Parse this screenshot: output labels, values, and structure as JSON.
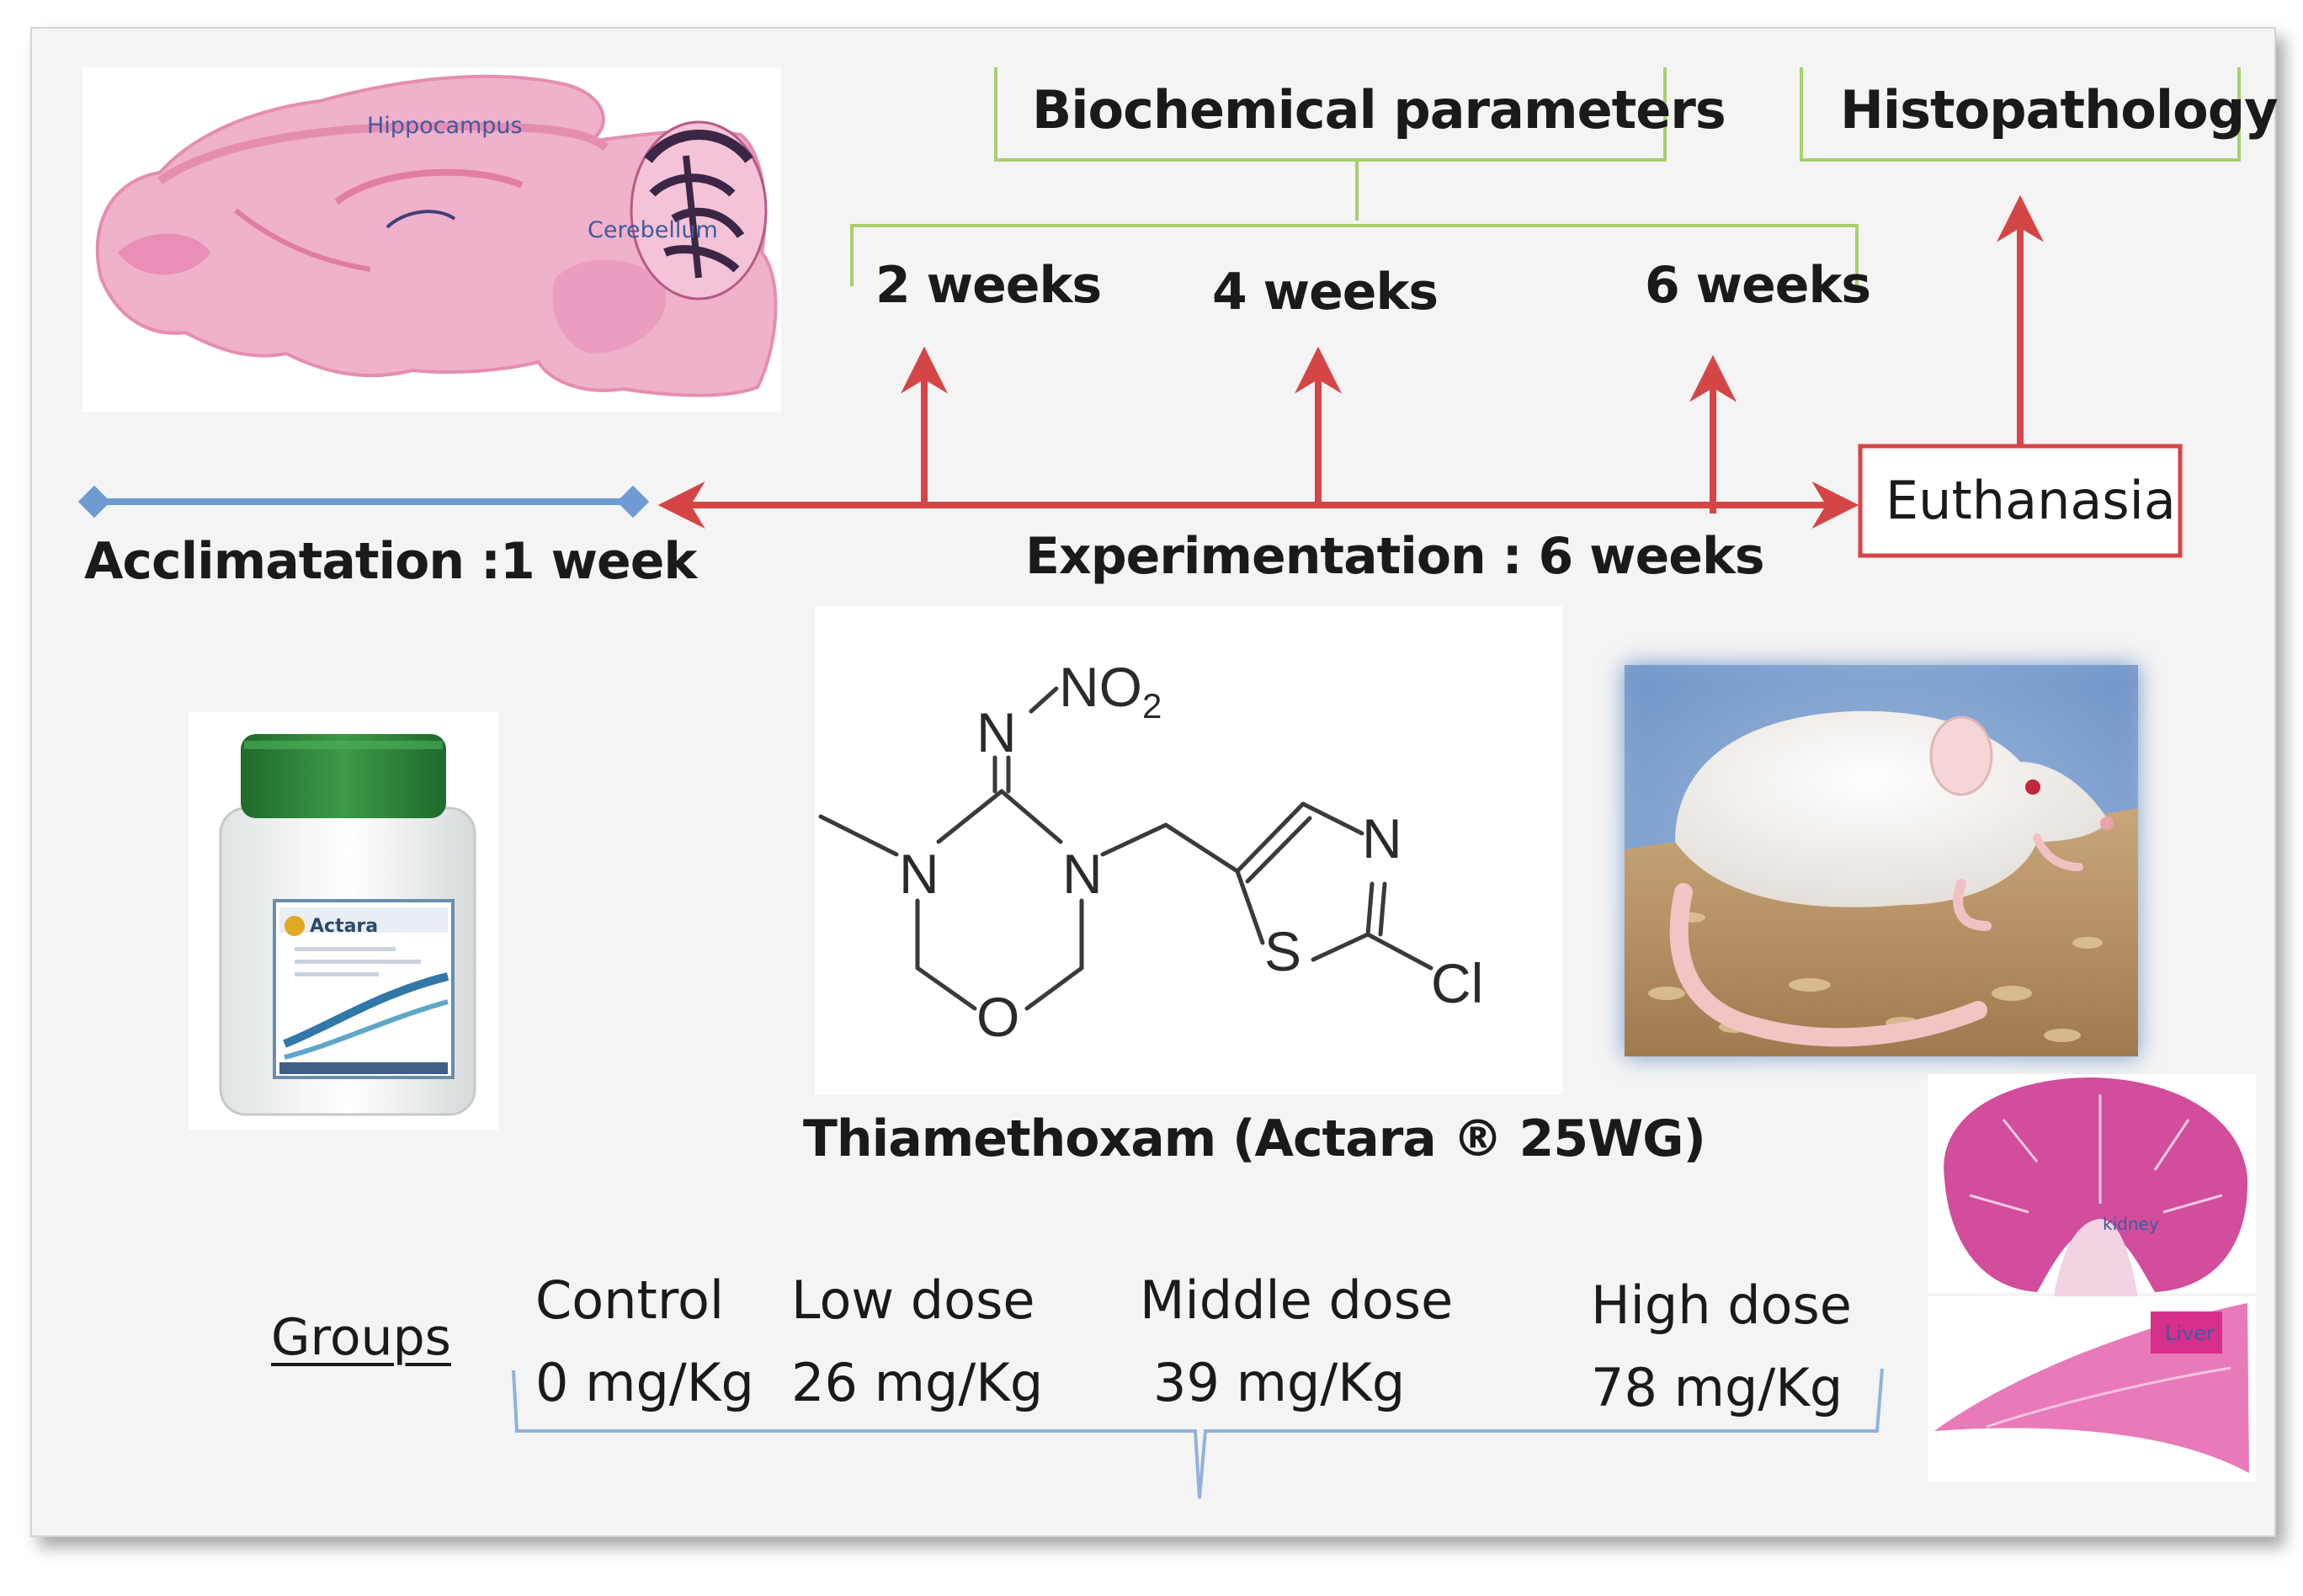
{
  "brain": {
    "hippocampus_label": "Hippocampus",
    "cerebellum_label": "Cerebellum"
  },
  "timeline": {
    "biochemical_label": "Biochemical parameters",
    "histopathology_label": "Histopathology",
    "checkpoints": [
      "2 weeks",
      "4 weeks",
      "6 weeks"
    ],
    "euthanasia_label": "Euthanasia",
    "acclimatation_label": "Acclimatation :1 week",
    "experimentation_label": "Experimentation : 6 weeks"
  },
  "compound": {
    "name": "Thiamethoxam (Actara ® 25WG)",
    "atoms": {
      "nitro": "NO",
      "nitro_sub": "2",
      "nitrogen": "N",
      "oxygen": "O",
      "sulfur": "S",
      "chlorine": "Cl"
    }
  },
  "product": {
    "brand_label": "Actara"
  },
  "organs": {
    "kidney_label": "kidney",
    "liver_label": "Liver"
  },
  "groups": {
    "title": "Groups",
    "items": [
      {
        "name": "Control",
        "dose": "0 mg/Kg"
      },
      {
        "name": "Low dose",
        "dose": "26 mg/Kg"
      },
      {
        "name": "Middle dose",
        "dose": "39 mg/Kg"
      },
      {
        "name": "High dose",
        "dose": "78 mg/Kg"
      }
    ]
  },
  "colors": {
    "timeline_red": "#d64545",
    "acclimatation_blue": "#6e9bd1",
    "bracket_green": "#a7cf6e",
    "bracket_blue": "#8fb2dd",
    "brain_pink": "#e58db0",
    "organ_magenta": "#d24d9c"
  }
}
